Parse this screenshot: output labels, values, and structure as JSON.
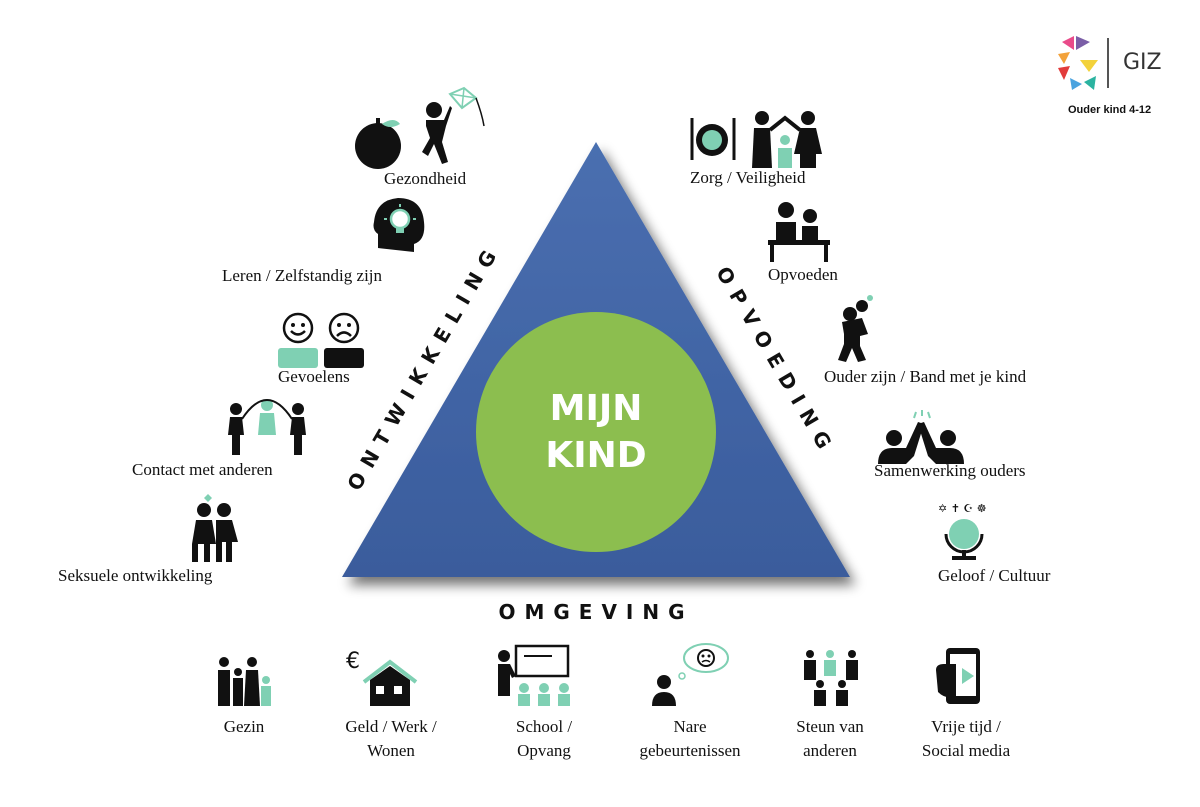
{
  "logo": {
    "name": "GIZ",
    "subtitle": "Ouder kind 4-12"
  },
  "center": {
    "line1": "MIJN",
    "line2": "KIND"
  },
  "sides": {
    "left": "ONTWIKKELING",
    "right": "OPVOEDING",
    "bottom": "OMGEVING"
  },
  "colors": {
    "triangle": "#3f63a3",
    "circle": "#8cbe4f",
    "accent": "#7fd0b3",
    "icon": "#111111"
  },
  "ontwikkeling": {
    "gezondheid": "Gezondheid",
    "leren": "Leren / Zelfstandig zijn",
    "gevoelens": "Gevoelens",
    "contact": "Contact met anderen",
    "seksuele": "Seksuele ontwikkeling"
  },
  "opvoeding": {
    "zorg": "Zorg / Veiligheid",
    "opvoeden": "Opvoeden",
    "ouder": "Ouder zijn / Band met je kind",
    "samenwerking": "Samenwerking ouders",
    "geloof": "Geloof / Cultuur"
  },
  "omgeving": {
    "gezin": "Gezin",
    "geld_1": "Geld / Werk /",
    "geld_2": "Wonen",
    "school_1": "School /",
    "school_2": "Opvang",
    "nare_1": "Nare",
    "nare_2": "gebeurtenissen",
    "steun_1": "Steun van",
    "steun_2": "anderen",
    "vrije_1": "Vrije tijd /",
    "vrije_2": "Social media",
    "euro": "€"
  }
}
